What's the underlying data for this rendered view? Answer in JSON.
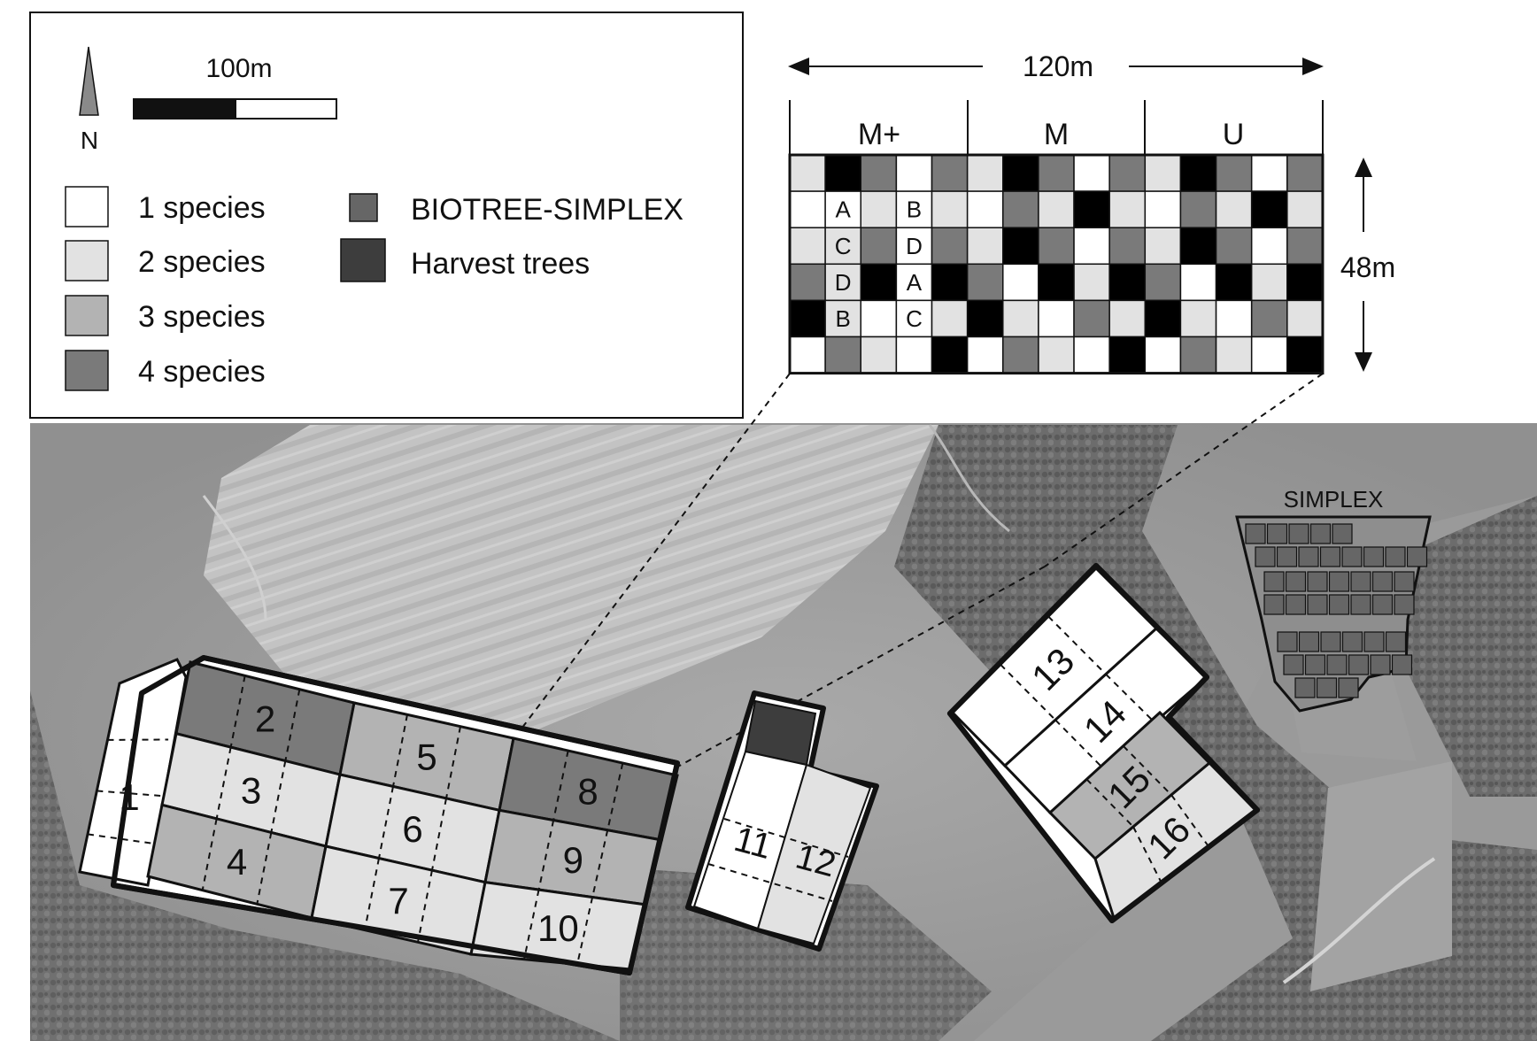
{
  "legend": {
    "north_label": "N",
    "scale_label": "100m",
    "items": [
      {
        "label": "1 species",
        "color": "#ffffff"
      },
      {
        "label": "2 species",
        "color": "#e2e2e2"
      },
      {
        "label": "3 species",
        "color": "#b3b3b3"
      },
      {
        "label": "4 species",
        "color": "#7a7a7a"
      },
      {
        "label": "BIOTREE-SIMPLEX",
        "color": "#666666"
      },
      {
        "label": "Harvest trees",
        "color": "#3d3d3d"
      }
    ]
  },
  "inset": {
    "width_label": "120m",
    "height_label": "48m",
    "columns": [
      "M+",
      "M",
      "U"
    ],
    "row_tones": [
      [
        "e2",
        "00",
        "7a",
        "ff",
        "7a",
        "e2",
        "00",
        "7a",
        "ff",
        "7a",
        "e2",
        "00",
        "7a",
        "ff",
        "7a"
      ],
      [
        "ff",
        "ff",
        "e2",
        "ff",
        "e2",
        "ff",
        "7a",
        "e2",
        "00",
        "e2",
        "ff",
        "7a",
        "e2",
        "00",
        "e2"
      ],
      [
        "e2",
        "e2",
        "7a",
        "ff",
        "7a",
        "e2",
        "00",
        "7a",
        "ff",
        "7a",
        "e2",
        "00",
        "7a",
        "ff",
        "7a"
      ],
      [
        "7a",
        "e2",
        "00",
        "ff",
        "00",
        "7a",
        "ff",
        "00",
        "e2",
        "00",
        "7a",
        "ff",
        "00",
        "e2",
        "00"
      ],
      [
        "00",
        "e2",
        "ff",
        "ff",
        "e2",
        "00",
        "e2",
        "ff",
        "7a",
        "e2",
        "00",
        "e2",
        "ff",
        "7a",
        "e2"
      ],
      [
        "ff",
        "7a",
        "e2",
        "ff",
        "00",
        "ff",
        "7a",
        "e2",
        "ff",
        "00",
        "ff",
        "7a",
        "e2",
        "ff",
        "00"
      ]
    ],
    "cell_letters": [
      {
        "row": 1,
        "col": 1,
        "text": "A"
      },
      {
        "row": 1,
        "col": 3,
        "text": "B"
      },
      {
        "row": 2,
        "col": 1,
        "text": "C"
      },
      {
        "row": 2,
        "col": 3,
        "text": "D"
      },
      {
        "row": 3,
        "col": 1,
        "text": "D"
      },
      {
        "row": 3,
        "col": 3,
        "text": "A"
      },
      {
        "row": 4,
        "col": 1,
        "text": "B"
      },
      {
        "row": 4,
        "col": 3,
        "text": "C"
      }
    ]
  },
  "map": {
    "simplex_label": "SIMPLEX",
    "plots": [
      {
        "label": "1",
        "species": 1
      },
      {
        "label": "2",
        "species": 4
      },
      {
        "label": "3",
        "species": 2
      },
      {
        "label": "4",
        "species": 3
      },
      {
        "label": "5",
        "species": 3
      },
      {
        "label": "6",
        "species": 2
      },
      {
        "label": "7",
        "species": 2
      },
      {
        "label": "8",
        "species": 4
      },
      {
        "label": "9",
        "species": 3
      },
      {
        "label": "10",
        "species": 2
      },
      {
        "label": "11",
        "species": 1
      },
      {
        "label": "12",
        "species": 2
      },
      {
        "label": "13",
        "species": 1
      },
      {
        "label": "14",
        "species": 1
      },
      {
        "label": "15",
        "species": 3
      },
      {
        "label": "16",
        "species": 2
      }
    ],
    "harvest_plot": "Harvest trees"
  }
}
